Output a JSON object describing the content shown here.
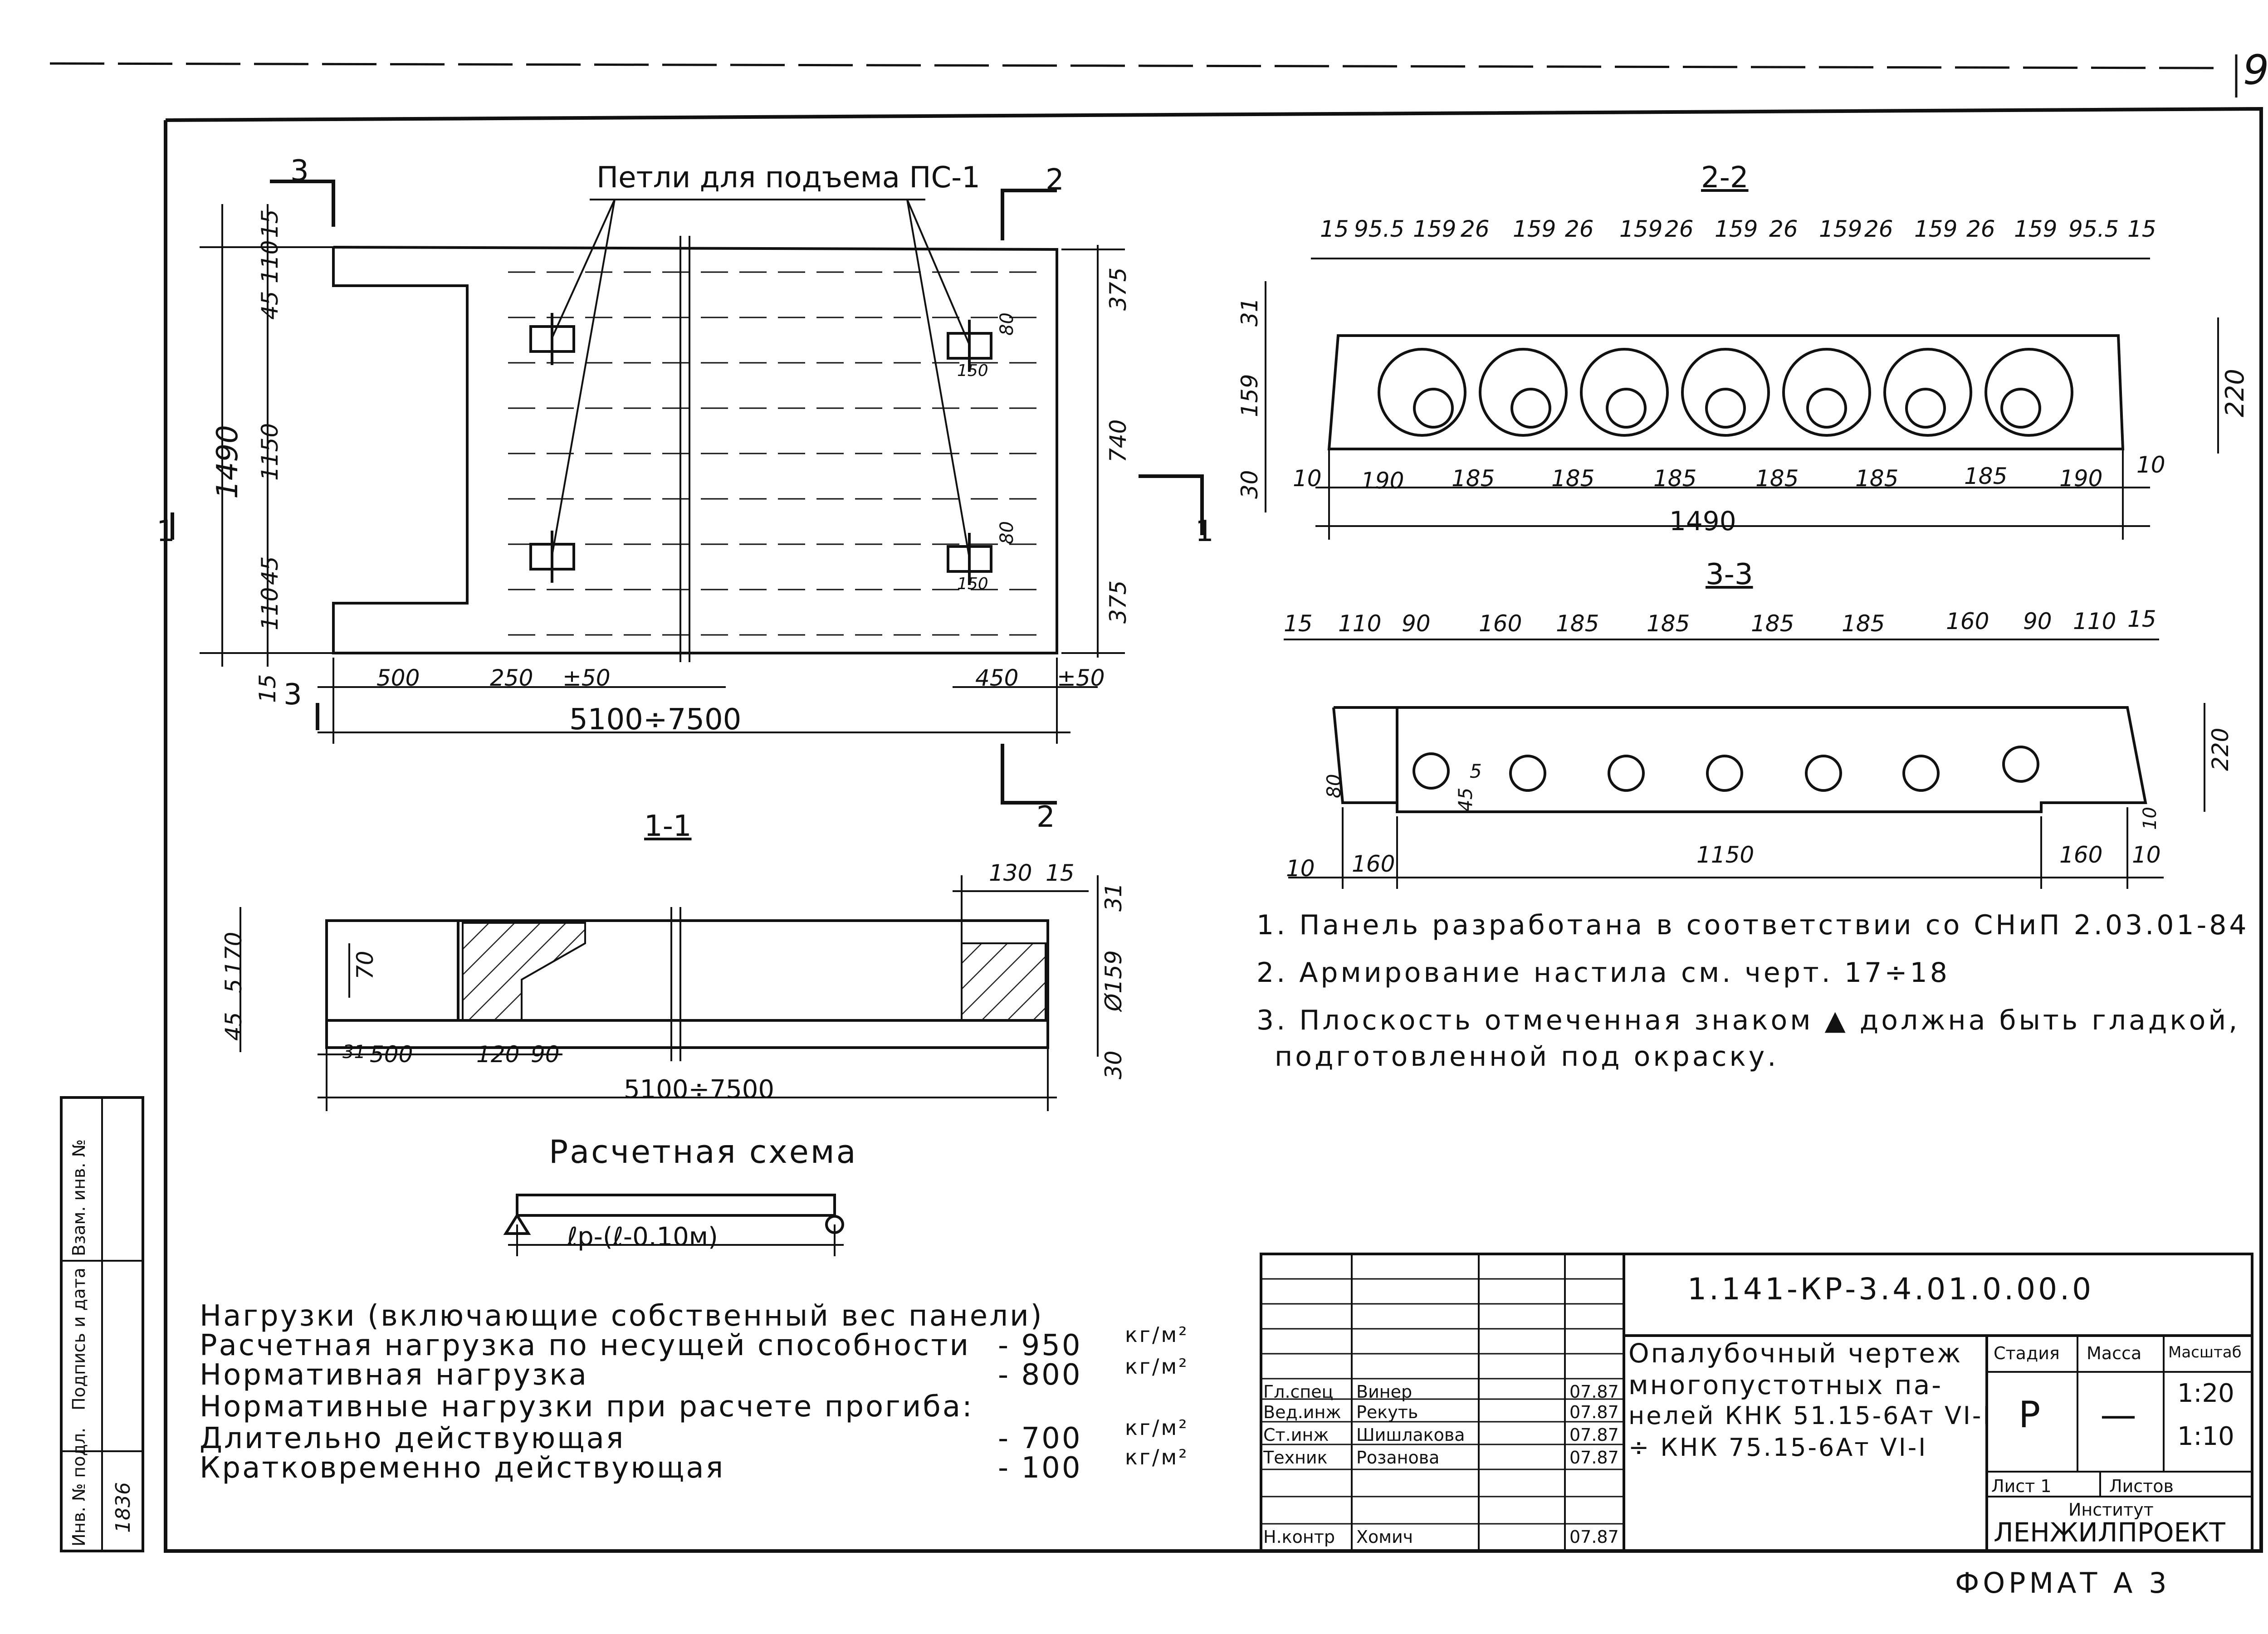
{
  "sheet_number": "9",
  "format": "ФОРМАТ А 3",
  "lifting_loops_label": "Петли для подъема ПС-1",
  "cuts": {
    "c1": "1",
    "c2": "2",
    "c3": "3"
  },
  "plan": {
    "left_dims": [
      "15",
      "110",
      "45",
      "1150",
      "45",
      "110",
      "15"
    ],
    "overall_width": "1490",
    "bottom_dims": [
      "500",
      "250",
      "±50",
      "450",
      "±50"
    ],
    "length": "5100÷7500",
    "right_dims": [
      "375",
      "740",
      "375"
    ],
    "loop_dims": [
      "80",
      "150",
      "80",
      "150"
    ]
  },
  "section_1_1": {
    "title": "1-1",
    "top_dims": [
      "130",
      "15"
    ],
    "left_dims": [
      "170",
      "45",
      "5"
    ],
    "inner_dim": "70",
    "right_dims": [
      "31",
      "Ø159",
      "30"
    ],
    "bottom_dims": [
      "31",
      "500",
      "120",
      "90"
    ],
    "length": "5100÷7500"
  },
  "section_2_2": {
    "title": "2-2",
    "top_dims": [
      "15",
      "95.5",
      "159",
      "26",
      "159",
      "26",
      "159",
      "26",
      "159",
      "26",
      "159",
      "26",
      "159",
      "26",
      "159",
      "95.5",
      "15"
    ],
    "left_dims": [
      "31",
      "159",
      "30"
    ],
    "right_dim": "220",
    "bottom_dims": [
      "10",
      "190",
      "185",
      "185",
      "185",
      "185",
      "185",
      "185",
      "190",
      "10"
    ],
    "total": "1490"
  },
  "section_3_3": {
    "title": "3-3",
    "top_dims": [
      "15",
      "110",
      "90",
      "160",
      "185",
      "185",
      "185",
      "185",
      "160",
      "90",
      "110",
      "15"
    ],
    "right_dims": [
      "220",
      "10"
    ],
    "inner_dims": [
      "80",
      "5",
      "45"
    ],
    "bottom_dims": [
      "10",
      "160",
      "1150",
      "160",
      "10"
    ]
  },
  "calc_scheme": {
    "title": "Расчетная схема",
    "formula": "ℓр-(ℓ-0.10м)"
  },
  "notes": [
    "1. Панель разработана в соответствии со СНиП 2.03.01-84",
    "2. Армирование настила см. черт. 17÷18",
    "3. Плоскость отмеченная знаком ▲ должна быть гладкой,",
    "подготовленной под окраску."
  ],
  "loads": {
    "heading": "Нагрузки (включающие собственный вес панели)",
    "rows": [
      {
        "label": "Расчетная нагрузка по несущей способности",
        "value": "- 950",
        "unit": "кг/м²"
      },
      {
        "label": "Нормативная нагрузка",
        "value": "- 800",
        "unit": "кг/м²"
      },
      {
        "label": "Нормативные нагрузки при расчете прогиба:",
        "value": "",
        "unit": ""
      },
      {
        "label": "Длительно действующая",
        "value": "- 700",
        "unit": "кг/м²"
      },
      {
        "label": "Кратковременно действующая",
        "value": "- 100",
        "unit": "кг/м²"
      }
    ]
  },
  "side_stamp": {
    "fields": [
      "Инв. № подл.",
      "Подпись и дата",
      "Взам. инв. №"
    ],
    "inv": "1836"
  },
  "title_block": {
    "code": "1.141-КР-3.4.01.0.00.0",
    "title": [
      "Опалубочный чертеж",
      "многопустотных па-",
      "нелей КНК 51.15-6Ат VI-I",
      "÷ КНК 75.15-6Ат VI-I"
    ],
    "headers": [
      "Стадия",
      "Масса",
      "Масштаб"
    ],
    "stage": "Р",
    "mass": "—",
    "scale": [
      "1:20",
      "1:10"
    ],
    "sheet_label": "Лист 1",
    "sheets_label": "Листов",
    "institute_label": "Институт",
    "institute": "ЛЕНЖИЛПРОЕКТ",
    "people": [
      {
        "role": "Гл.спец",
        "name": "Винер",
        "date": "07.87"
      },
      {
        "role": "Вед.инж",
        "name": "Рекуть",
        "date": "07.87"
      },
      {
        "role": "Ст.инж",
        "name": "Шишлакова",
        "date": "07.87"
      },
      {
        "role": "Техник",
        "name": "Розанова",
        "date": "07.87"
      },
      {
        "role": "Н.контр",
        "name": "Хомич",
        "date": "07.87"
      }
    ]
  }
}
